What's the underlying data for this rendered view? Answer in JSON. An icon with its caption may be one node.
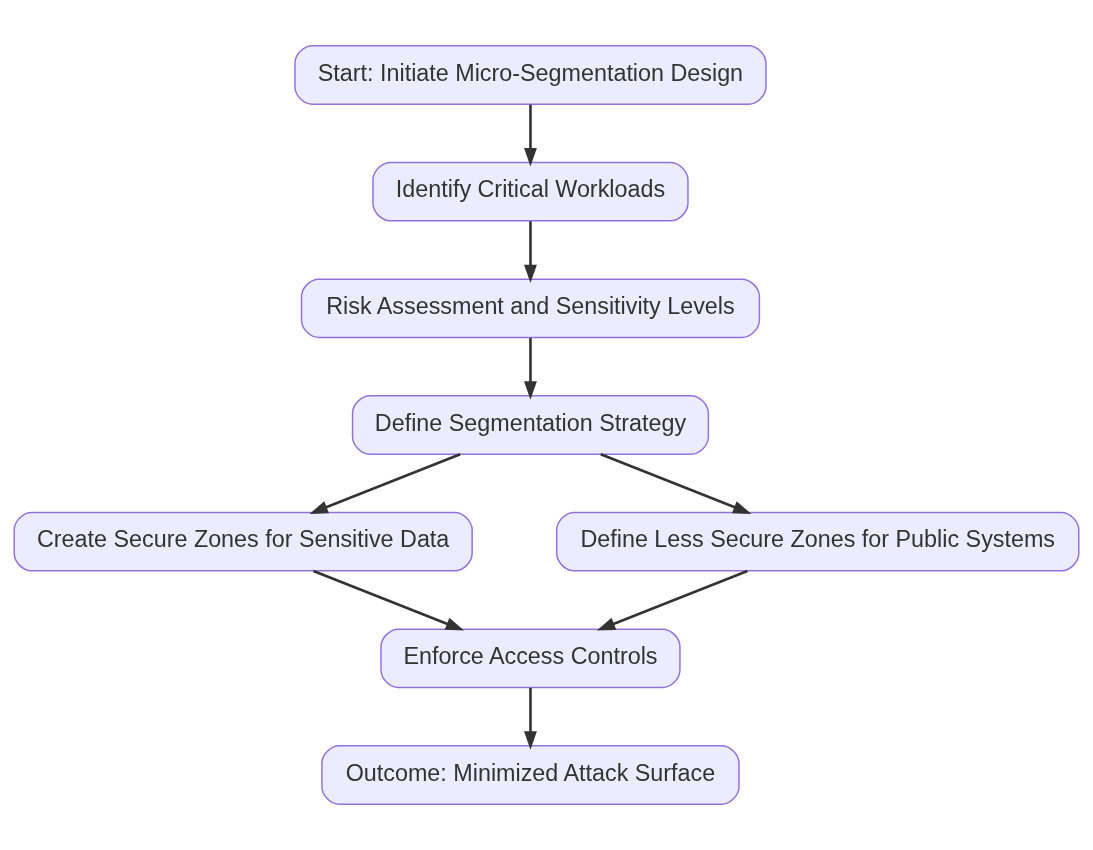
{
  "diagram": {
    "nodes": [
      {
        "text": [
          "Start: Initiate Micro-Segmentation Design"
        ]
      },
      {
        "text": [
          "Identify Critical Workloads"
        ]
      },
      {
        "text": [
          "Risk Assessment and Sensitivity Levels"
        ]
      },
      {
        "text": [
          "Define Segmentation Strategy"
        ]
      },
      {
        "text": [
          "Create Secure Zones for Sensitive Data"
        ]
      },
      {
        "text": [
          "Define Less Secure Zones for Public Systems"
        ]
      },
      {
        "text": [
          "Enforce Access Controls"
        ]
      },
      {
        "text": [
          "Outcome: Minimized Attack Surface"
        ]
      }
    ],
    "edges": [
      {
        "from": 0,
        "to": 1,
        "arrow": "to"
      },
      {
        "from": 1,
        "to": 2,
        "arrow": "to"
      },
      {
        "from": 2,
        "to": 3,
        "arrow": "to"
      },
      {
        "from": 3,
        "to": 4,
        "arrow": "to"
      },
      {
        "from": 3,
        "to": 5,
        "arrow": "to"
      },
      {
        "from": 4,
        "to": 6,
        "arrow": "to"
      },
      {
        "from": 5,
        "to": 6,
        "arrow": "to"
      },
      {
        "from": 6,
        "to": 7,
        "arrow": "to"
      }
    ]
  }
}
